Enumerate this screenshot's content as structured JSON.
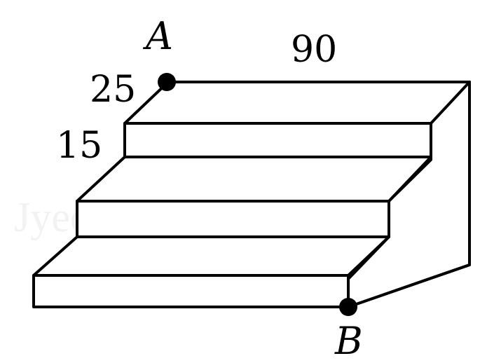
{
  "labels": {
    "point_a": "A",
    "point_b": "B",
    "length": "90",
    "depth": "25",
    "height": "15"
  },
  "watermark": "Jyeoo.com",
  "colors": {
    "stroke": "#000000",
    "background": "#ffffff"
  }
}
